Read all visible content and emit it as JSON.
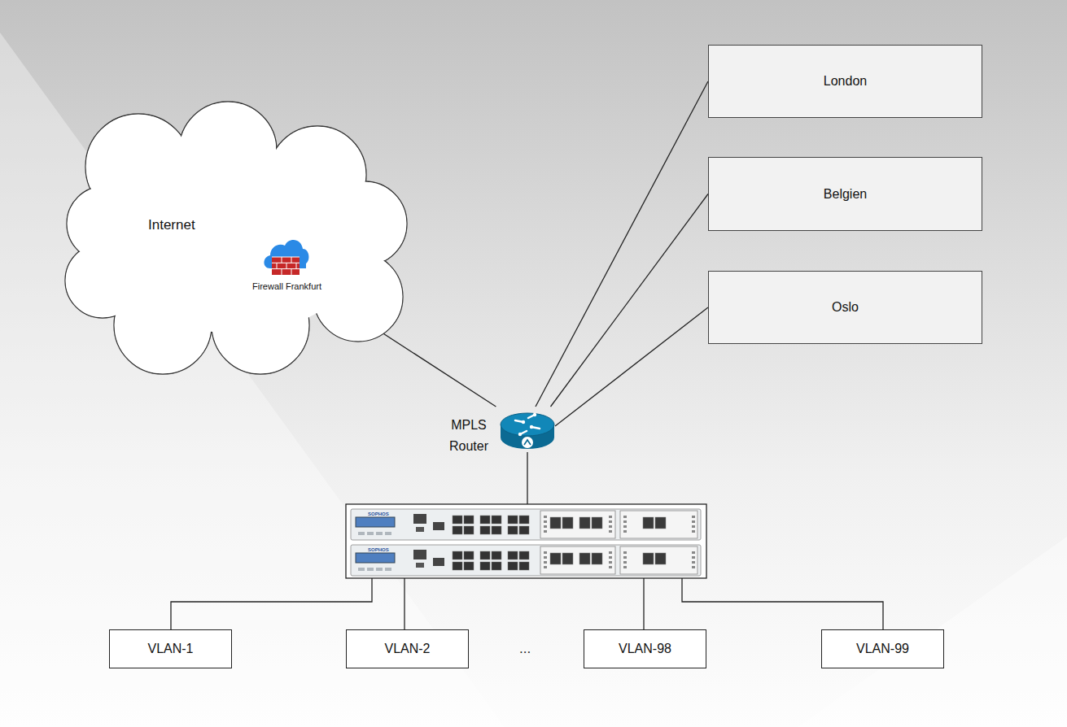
{
  "diagram": {
    "nodes": [
      {
        "text": [
          "Internet"
        ]
      },
      {
        "text": [
          "Firewall Frankfurt"
        ],
        "in": 0
      },
      {
        "text": [
          "London"
        ]
      },
      {
        "text": [
          "Belgien"
        ]
      },
      {
        "text": [
          "Oslo"
        ]
      },
      {
        "text": [
          "MPLS Router"
        ]
      },
      {
        "text": [
          "VLAN-1"
        ]
      },
      {
        "text": [
          "VLAN-2"
        ]
      },
      {
        "text": [
          "VLAN-98"
        ]
      },
      {
        "text": [
          "VLAN-99"
        ]
      }
    ],
    "edges": [
      {
        "from": 5,
        "to": 2,
        "arrow": "none"
      },
      {
        "from": 5,
        "to": 3,
        "arrow": "none"
      },
      {
        "from": 5,
        "to": 4,
        "arrow": "none"
      },
      {
        "from": 5,
        "to": 1,
        "arrow": "none"
      }
    ],
    "labels": [
      "SOPHOS",
      "SOPHOS",
      "..."
    ]
  }
}
